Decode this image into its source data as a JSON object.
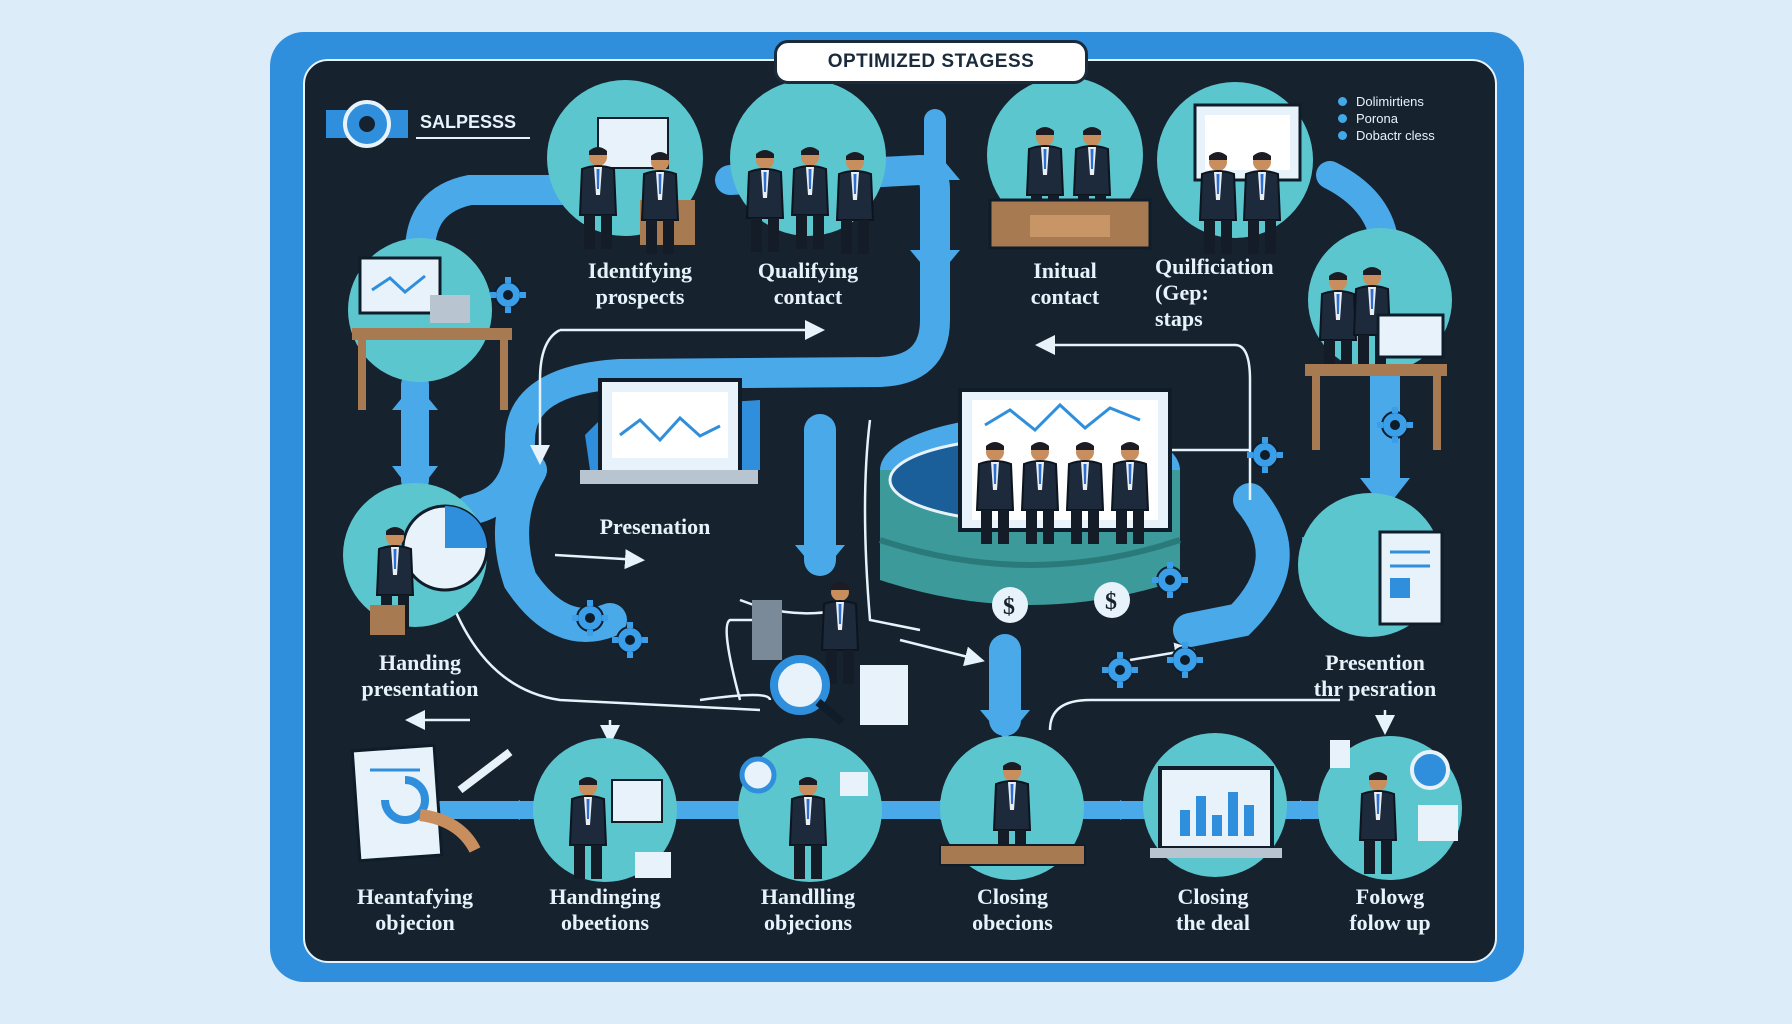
{
  "header": {
    "title": "OPTIMIZED STAGESS"
  },
  "brand": {
    "text": "SALPESSS"
  },
  "legend": {
    "items": [
      "Dolimirtiens",
      "Porona",
      "Dobactr cless"
    ]
  },
  "nodes": {
    "identifying_prospects": "Identifying\nprospects",
    "qualifying_contact": "Qualifying\ncontact",
    "initial_contact": "Initual\ncontact",
    "qualification_steps": "Quilficiation\n(Gep:\nstaps",
    "presentation": "Presenation",
    "handing_presentation": "Handing\npresentation",
    "presention_thr_pesration": "Presention\nthr pesration",
    "heantafying_objecion": "Heantafying\nobjecion",
    "handinging_obeetions": "Handinging\nobeetions",
    "handlling_objecions": "Handlling\nobjecions",
    "closing_obecions": "Closing\nobecions",
    "closing_the_deal": "Closing\nthe deal",
    "folowg_folow_up": "Folowg\nfolow up"
  },
  "colors": {
    "page_bg": "#dcecf8",
    "frame": "#2f8fdc",
    "panel": "#16222e",
    "arrow": "#4aa9e9",
    "circle": "#5cc6cf",
    "text": "#e8f2fa"
  }
}
